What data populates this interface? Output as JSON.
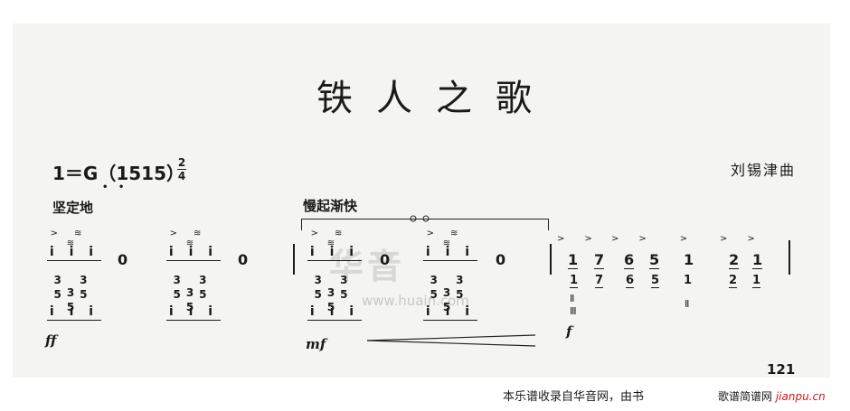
{
  "title": "铁人之歌",
  "composer": "刘锡津曲",
  "key_signature": "1＝G（1515）",
  "time_signature": {
    "top": "2",
    "bottom": "4"
  },
  "tempo_markings": [
    "坚定地",
    "慢起渐快"
  ],
  "dynamics": [
    "ff",
    "mf",
    "f"
  ],
  "music": {
    "chord_top": "i i i",
    "chord_mid1": "3 3 3",
    "chord_mid2": "5 5 5",
    "chord_bot": "i i i",
    "rest": "0",
    "m3_top": [
      "1",
      "7",
      "6",
      "5",
      "1",
      "2",
      "1"
    ],
    "m3_bottom": [
      "1",
      "7",
      "6",
      "5",
      "1",
      "2",
      "1"
    ],
    "tremolo2": "Ⅱ",
    "tremolo3": "Ⅲ"
  },
  "watermark": "华音",
  "watermark_url": "www.huain.com",
  "page_number": "121",
  "footer_text": "本乐谱收录自华音网，由书",
  "footer_logo": "歌谱简谱网",
  "footer_logo_url": "jianpu.cn"
}
